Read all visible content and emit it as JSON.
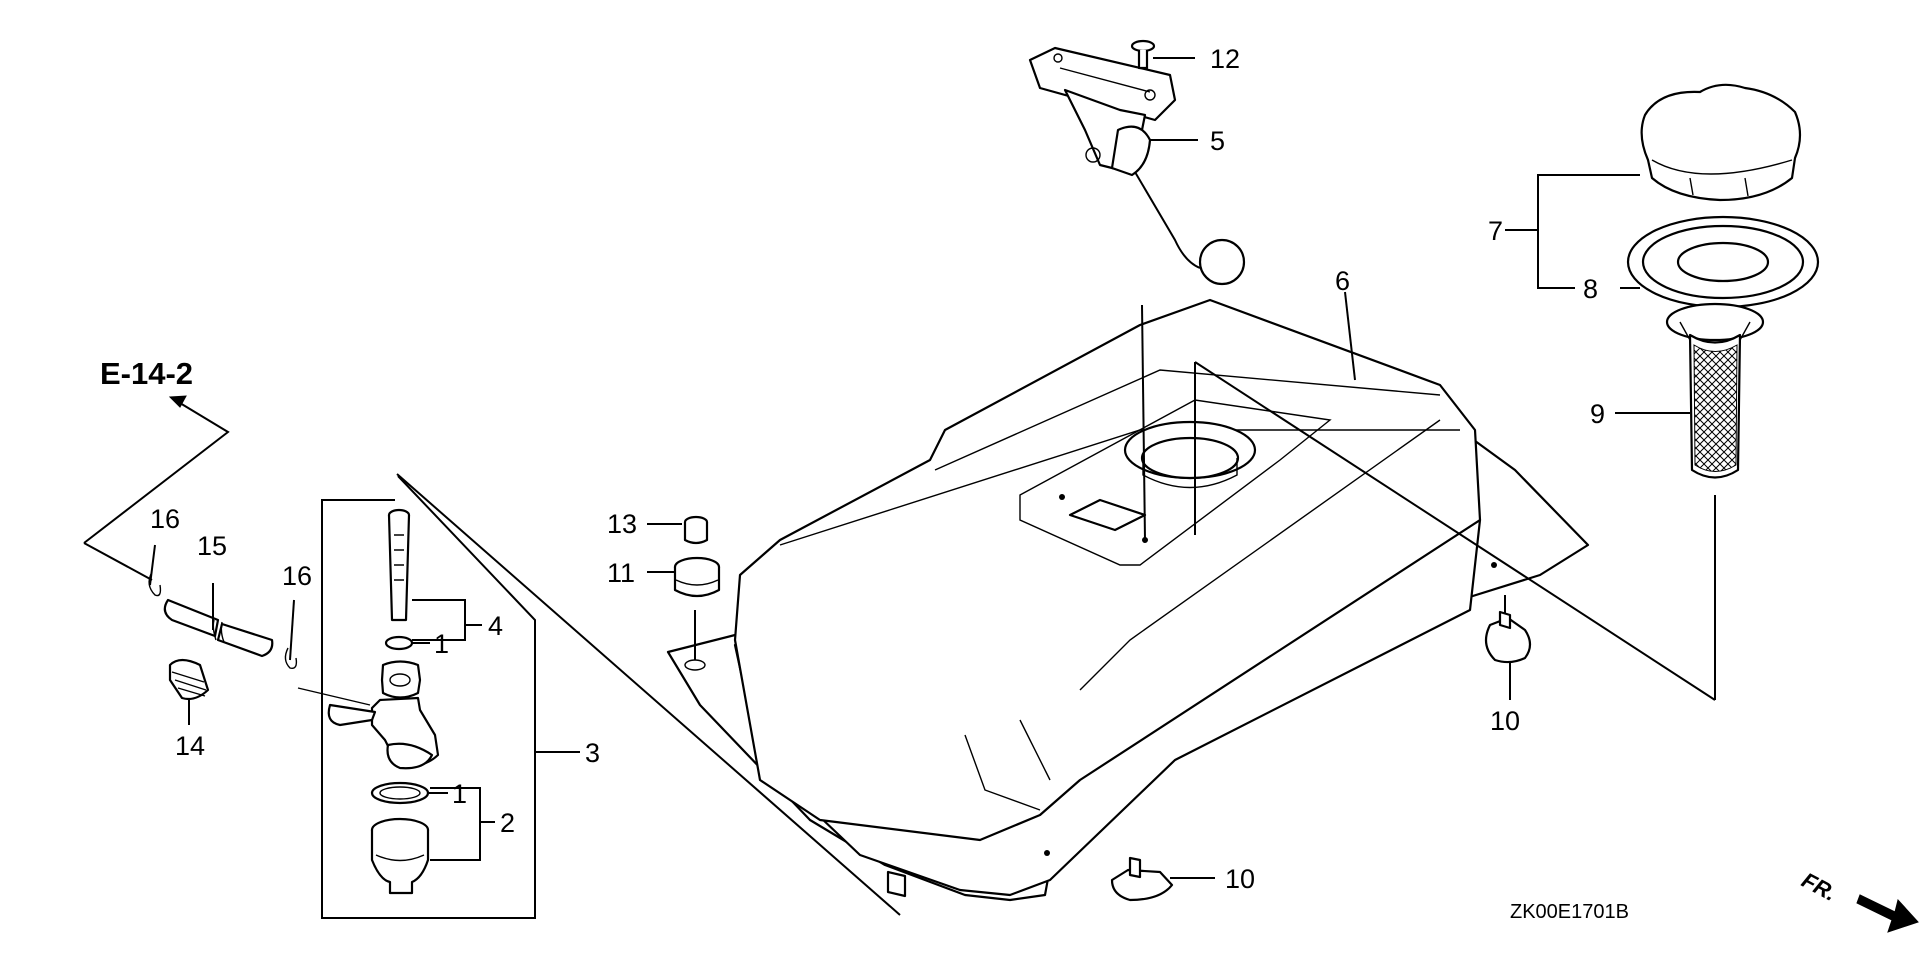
{
  "diagram": {
    "reference": "E-14-2",
    "drawing_code": "ZK00E1701B",
    "direction_label": "FR.",
    "callouts": [
      {
        "id": "c1a",
        "text": "1"
      },
      {
        "id": "c1b",
        "text": "1"
      },
      {
        "id": "c2",
        "text": "2"
      },
      {
        "id": "c3",
        "text": "3"
      },
      {
        "id": "c4",
        "text": "4"
      },
      {
        "id": "c5",
        "text": "5"
      },
      {
        "id": "c6",
        "text": "6"
      },
      {
        "id": "c7",
        "text": "7"
      },
      {
        "id": "c8",
        "text": "8"
      },
      {
        "id": "c9",
        "text": "9"
      },
      {
        "id": "c10a",
        "text": "10"
      },
      {
        "id": "c10b",
        "text": "10"
      },
      {
        "id": "c11",
        "text": "11"
      },
      {
        "id": "c12",
        "text": "12"
      },
      {
        "id": "c13",
        "text": "13"
      },
      {
        "id": "c14",
        "text": "14"
      },
      {
        "id": "c15",
        "text": "15"
      },
      {
        "id": "c16a",
        "text": "16"
      },
      {
        "id": "c16b",
        "text": "16"
      }
    ]
  }
}
